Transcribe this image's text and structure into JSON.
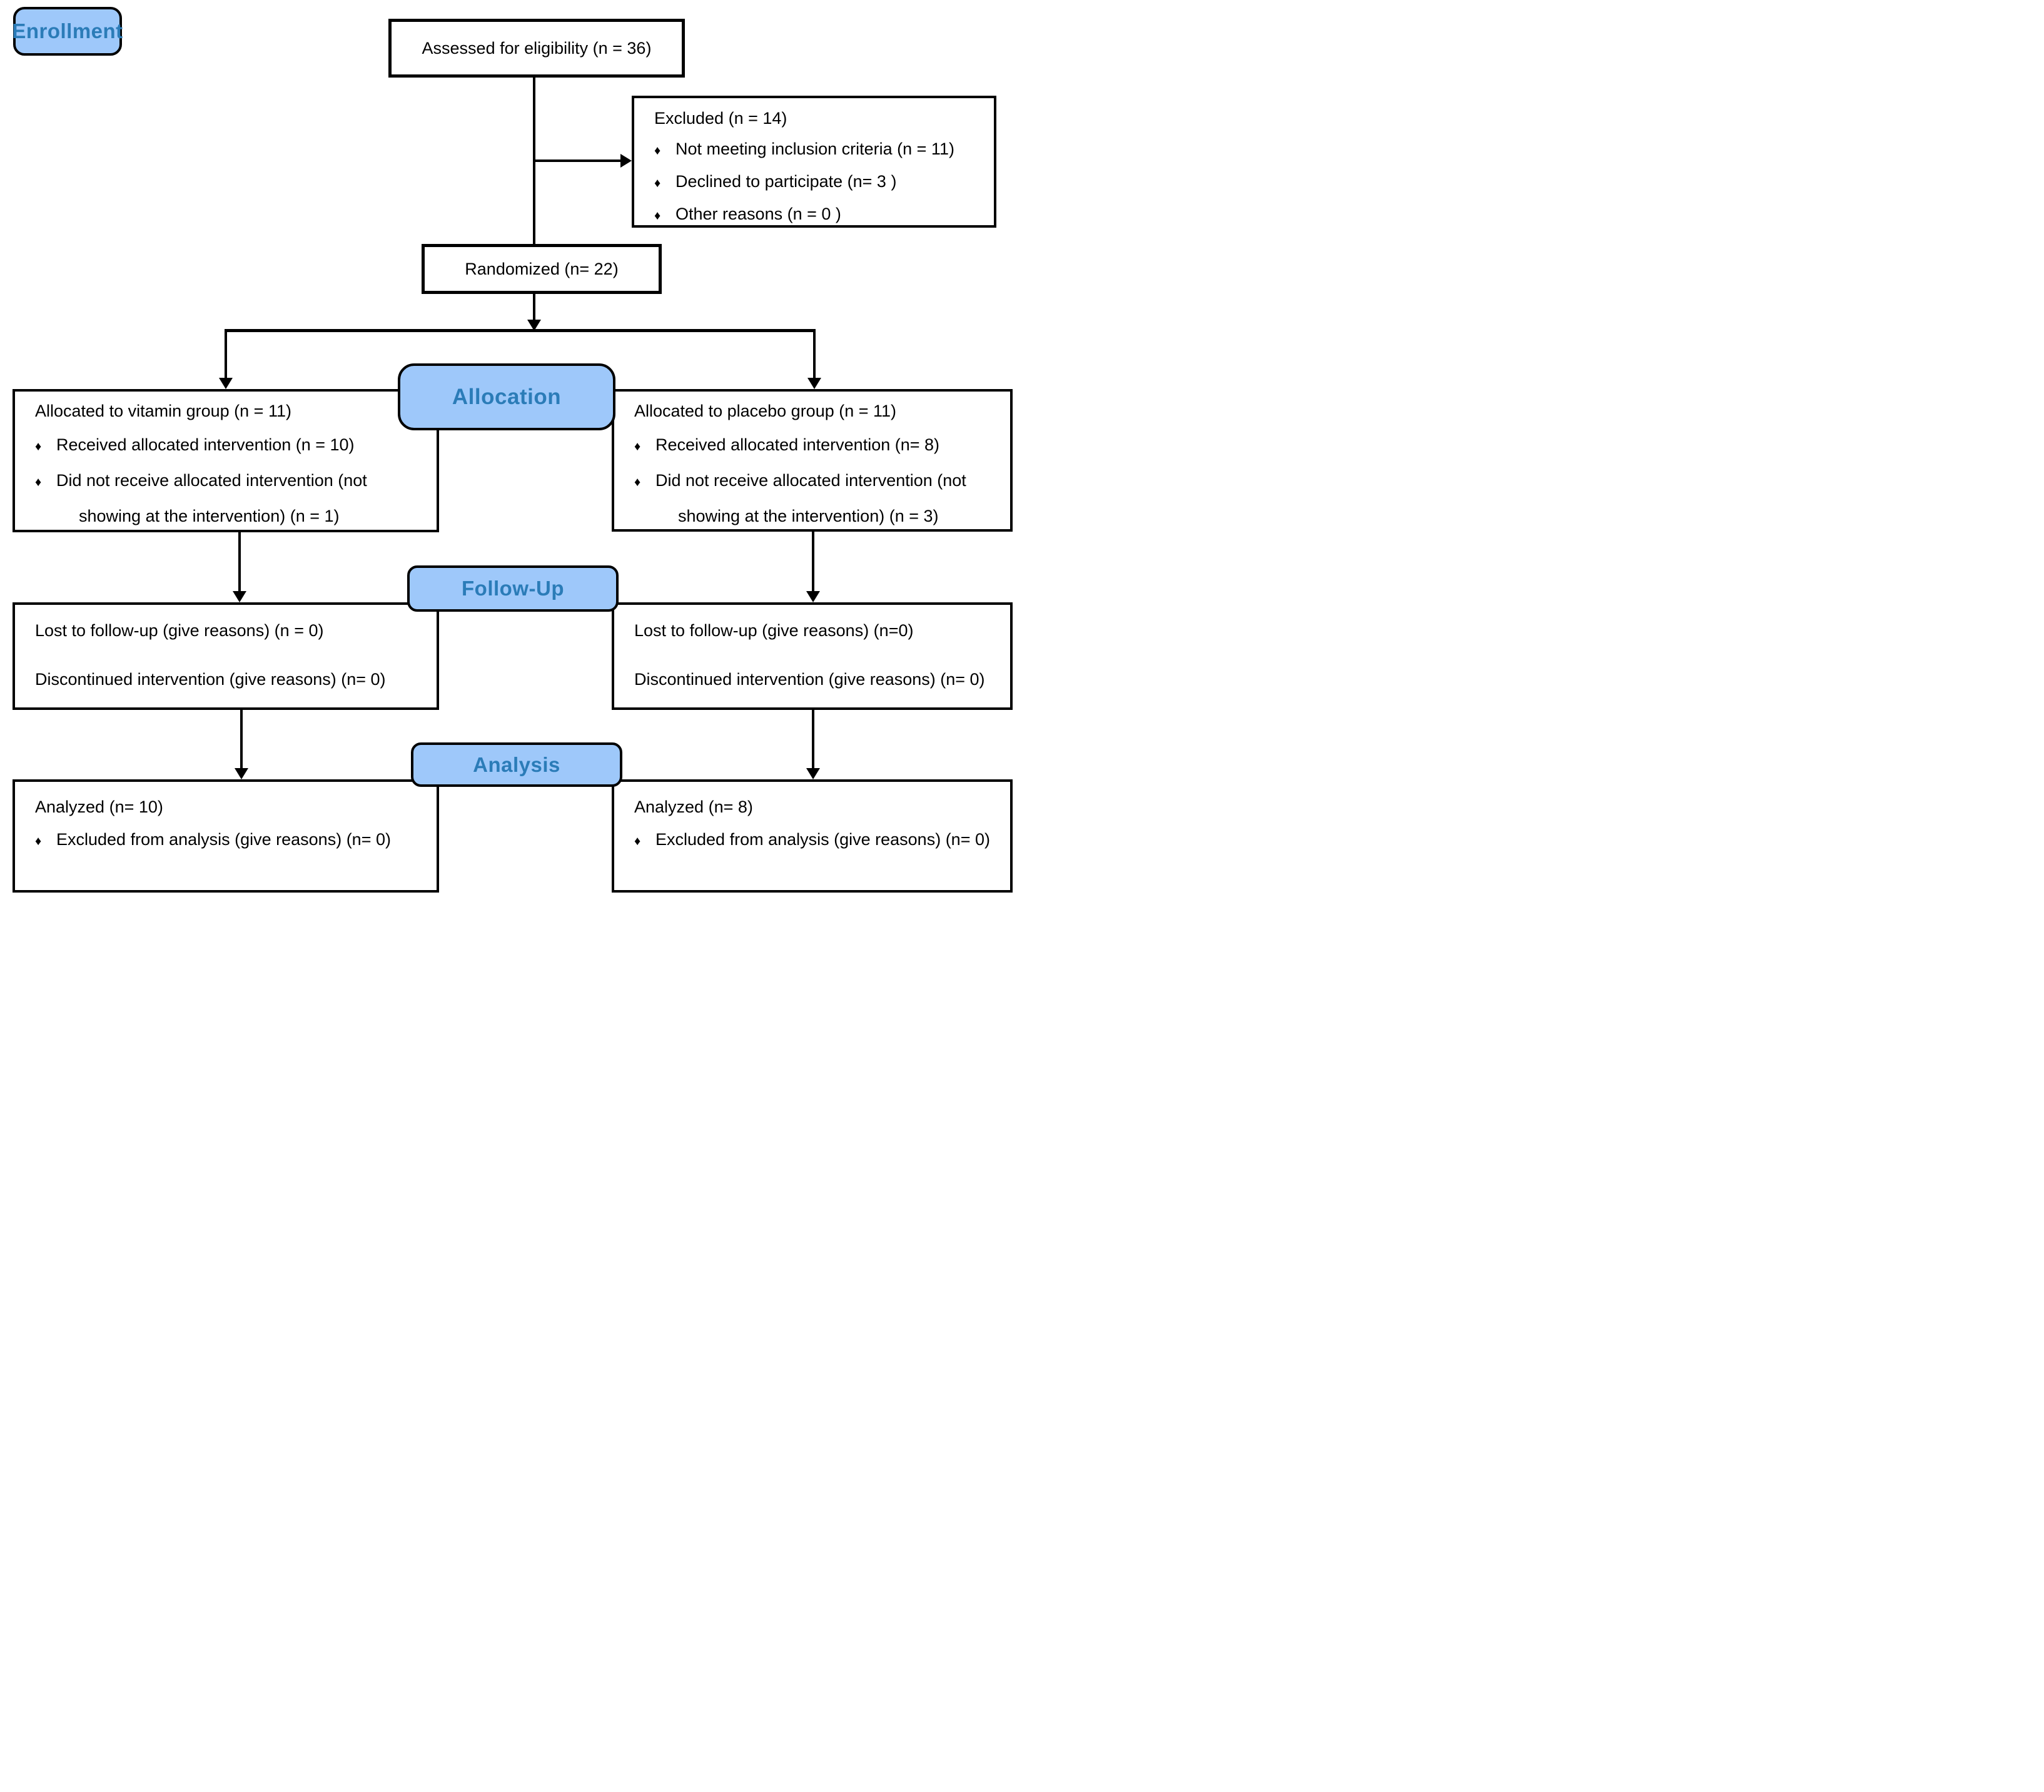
{
  "title": "CONSORT participant flow diagram",
  "colors": {
    "pill_fill": "#9EC8FA",
    "pill_label": "#2B7CB8",
    "line": "#000000",
    "box_background": "#FFFFFF"
  },
  "glyphs": {
    "bullet": "♦"
  },
  "stages": {
    "enrollment": "Enrollment",
    "allocation": "Allocation",
    "followup": "Follow-Up",
    "analysis": "Analysis"
  },
  "boxes": {
    "assessed": {
      "text": "Assessed for eligibility (n = 36)"
    },
    "excluded": {
      "title": "Excluded (n = 14)",
      "bullets": [
        "Not meeting inclusion criteria (n = 11)",
        "Declined to participate (n= 3 )",
        "Other reasons (n = 0 )"
      ]
    },
    "randomized": {
      "text": "Randomized (n= 22)"
    },
    "allocation_left": {
      "title": "Allocated to vitamin group (n = 11)",
      "bullet1": "Received allocated intervention (n = 10)",
      "bullet2_line1": "Did not receive allocated intervention (not",
      "bullet2_line2": "showing at the intervention) (n = 1)"
    },
    "allocation_right": {
      "title": "Allocated to placebo group (n = 11)",
      "bullet1": "Received allocated intervention (n= 8)",
      "bullet2_line1": "Did not receive allocated intervention (not",
      "bullet2_line2": "showing at the intervention) (n = 3)"
    },
    "followup_left": {
      "line1": "Lost to follow-up (give reasons) (n = 0)",
      "line2": "Discontinued intervention (give reasons) (n= 0)"
    },
    "followup_right": {
      "line1": "Lost to follow-up (give reasons) (n=0)",
      "line2": "Discontinued intervention (give reasons) (n= 0)"
    },
    "analysis_left": {
      "title": "Analyzed (n= 10)",
      "bullet1": "Excluded from analysis (give reasons) (n= 0)"
    },
    "analysis_right": {
      "title": "Analyzed (n= 8)",
      "bullet1": "Excluded from analysis (give reasons) (n= 0)"
    }
  }
}
